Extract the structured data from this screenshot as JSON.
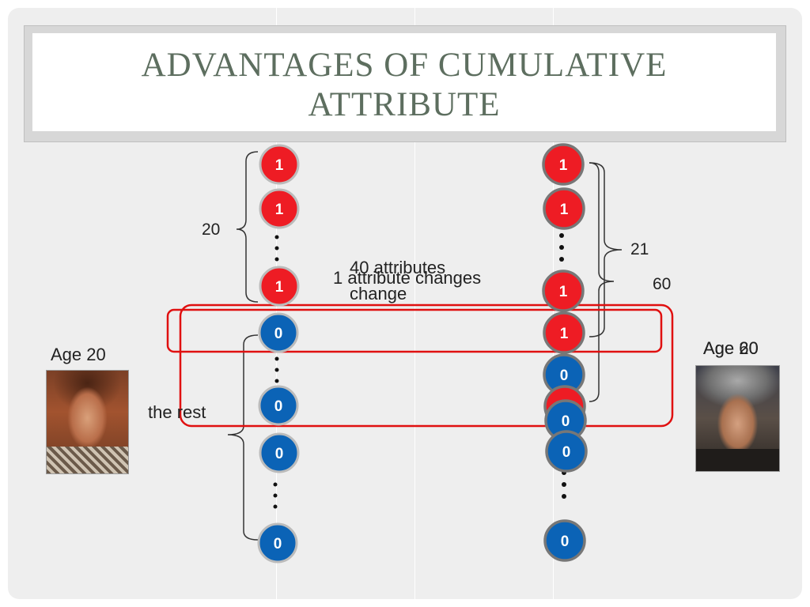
{
  "title_line1": "ADVANTAGES OF CUMULATIVE",
  "title_line2": "ATTRIBUTE",
  "labels": {
    "left_bracket_count": "20",
    "right_upper_count": "21",
    "right_lower_count": "60",
    "attributes_overlay_1": "40 attributes",
    "attributes_overlay_2": "change",
    "change_overlay": "1 attribute changes",
    "the_rest": "the rest",
    "age_left": "Age 20",
    "age_right_a": "Age 20",
    "age_right_b": "Age 60"
  },
  "columns": {
    "left": [
      "1",
      "1",
      "1",
      "0",
      "0",
      "0",
      "0"
    ],
    "right": [
      "1",
      "1",
      "1",
      "1",
      "0",
      "1",
      "0",
      "0",
      "0"
    ]
  },
  "colors": {
    "one": "#ee1c24",
    "zero": "#0b63b6",
    "highlight": "#e01010",
    "title": "#5d6e5f"
  }
}
